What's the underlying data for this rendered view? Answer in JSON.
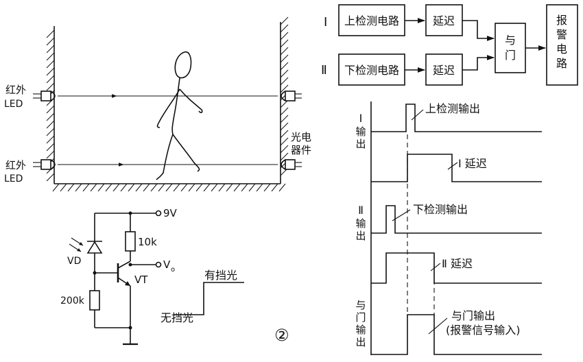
{
  "scene": {
    "ir_led_top": [
      "红外",
      "LED"
    ],
    "ir_led_bottom": [
      "红外",
      "LED"
    ],
    "photo_device": [
      "光电",
      "器件"
    ]
  },
  "circuit": {
    "supply": "9V",
    "resistor_top": "10k",
    "output": "V",
    "output_sub": "o",
    "diode": "VD",
    "transistor": "VT",
    "resistor_bottom": "200k",
    "state_blocked": "有挡光",
    "state_clear": "无挡光",
    "figure_number": "②"
  },
  "block_diagram": {
    "upper_numeral": "Ⅰ",
    "lower_numeral": "Ⅱ",
    "upper_detect": "上检测电路",
    "lower_detect": "下检测电路",
    "delay_upper": "延迟",
    "delay_lower": "延迟",
    "and_gate": [
      "与",
      "门"
    ],
    "alarm": [
      "报",
      "警",
      "电",
      "路"
    ]
  },
  "timing": {
    "axis1": [
      "Ⅰ",
      "输",
      "出"
    ],
    "axis2": [
      "Ⅱ",
      "输",
      "出"
    ],
    "axis3": [
      "与",
      "门",
      "输",
      "出"
    ],
    "upper_detect_out": "上检测输出",
    "delay_I": "Ⅰ 延迟",
    "lower_detect_out": "下检测输出",
    "delay_II": "Ⅱ 延迟",
    "and_out": "与门输出",
    "and_out_note": "(报警信号输入)"
  }
}
